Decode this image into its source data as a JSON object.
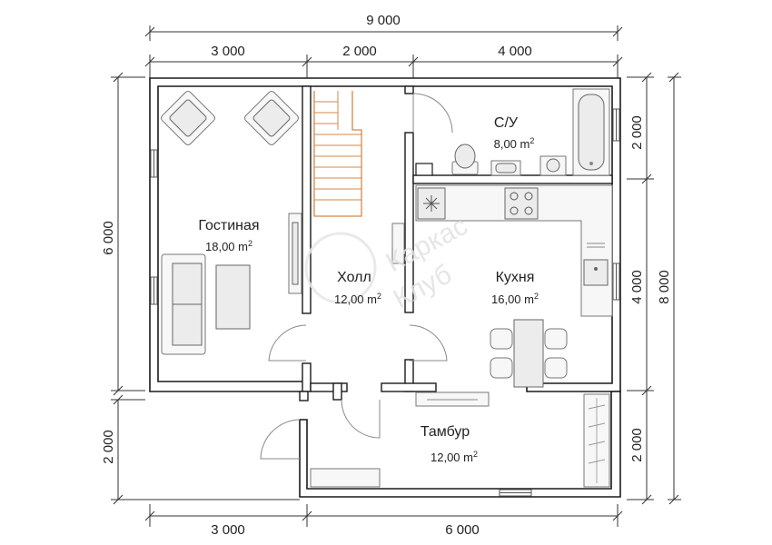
{
  "dimensions": {
    "top_total": "9 000",
    "top_segments": [
      "3 000",
      "2 000",
      "4 000"
    ],
    "bottom_segments": [
      "3 000",
      "6 000"
    ],
    "left_total": "6 000",
    "left_bottom": "2 000",
    "right_segments": [
      "2 000",
      "4 000",
      "2 000"
    ],
    "right_total": "8 000"
  },
  "rooms": [
    {
      "name": "Гостиная",
      "area": "18,00 m",
      "unit_sup": "2"
    },
    {
      "name": "Холл",
      "area": "12,00 m",
      "unit_sup": "2"
    },
    {
      "name": "С/У",
      "area": "8,00 m",
      "unit_sup": "2"
    },
    {
      "name": "Кухня",
      "area": "16,00 m",
      "unit_sup": "2"
    },
    {
      "name": "Тамбур",
      "area": "12,00 m",
      "unit_sup": "2"
    }
  ],
  "watermark": {
    "line1": "Каркас",
    "line2": "Клуб"
  }
}
